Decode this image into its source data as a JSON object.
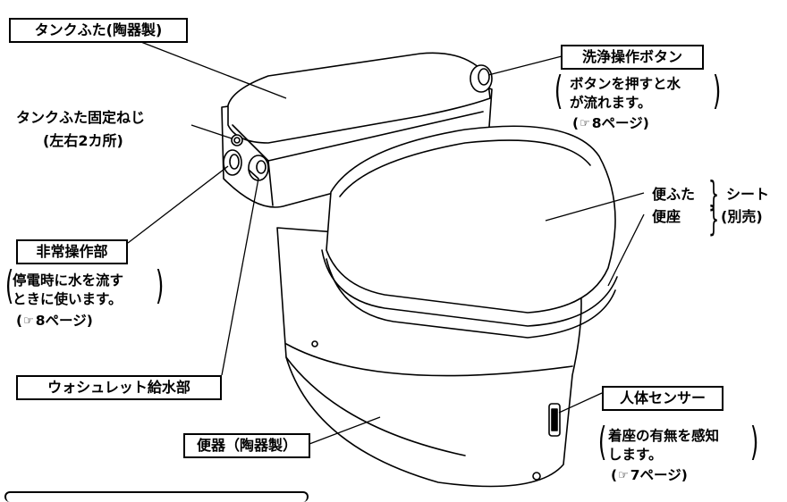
{
  "labels": {
    "tank_lid": "タンクふた(陶器製)",
    "flush_button": "洗浄操作ボタン",
    "flush_note_1": "ボタンを押すと水",
    "flush_note_2": "が流れます。",
    "tank_screw_1": "タンクふた固定ねじ",
    "tank_screw_2": "(左右2カ所)",
    "seat_lid": "便ふた",
    "seat": "便座",
    "seat_group_1": "シート",
    "seat_group_2": "(別売)",
    "emergency": "非常操作部",
    "emergency_note_1": "停電時に水を流す",
    "emergency_note_2": "ときに使います。",
    "water_supply": "ウォシュレット給水部",
    "sensor": "人体センサー",
    "sensor_note_1": "着座の有無を感知",
    "sensor_note_2": "します。",
    "bowl": "便器（陶器製）"
  },
  "refs": {
    "flush": "8ページ",
    "emergency": "8ページ",
    "sensor": "7ページ"
  },
  "ref_icon": "pointing-hand-icon",
  "ref_open": "(",
  "ref_close": ")"
}
